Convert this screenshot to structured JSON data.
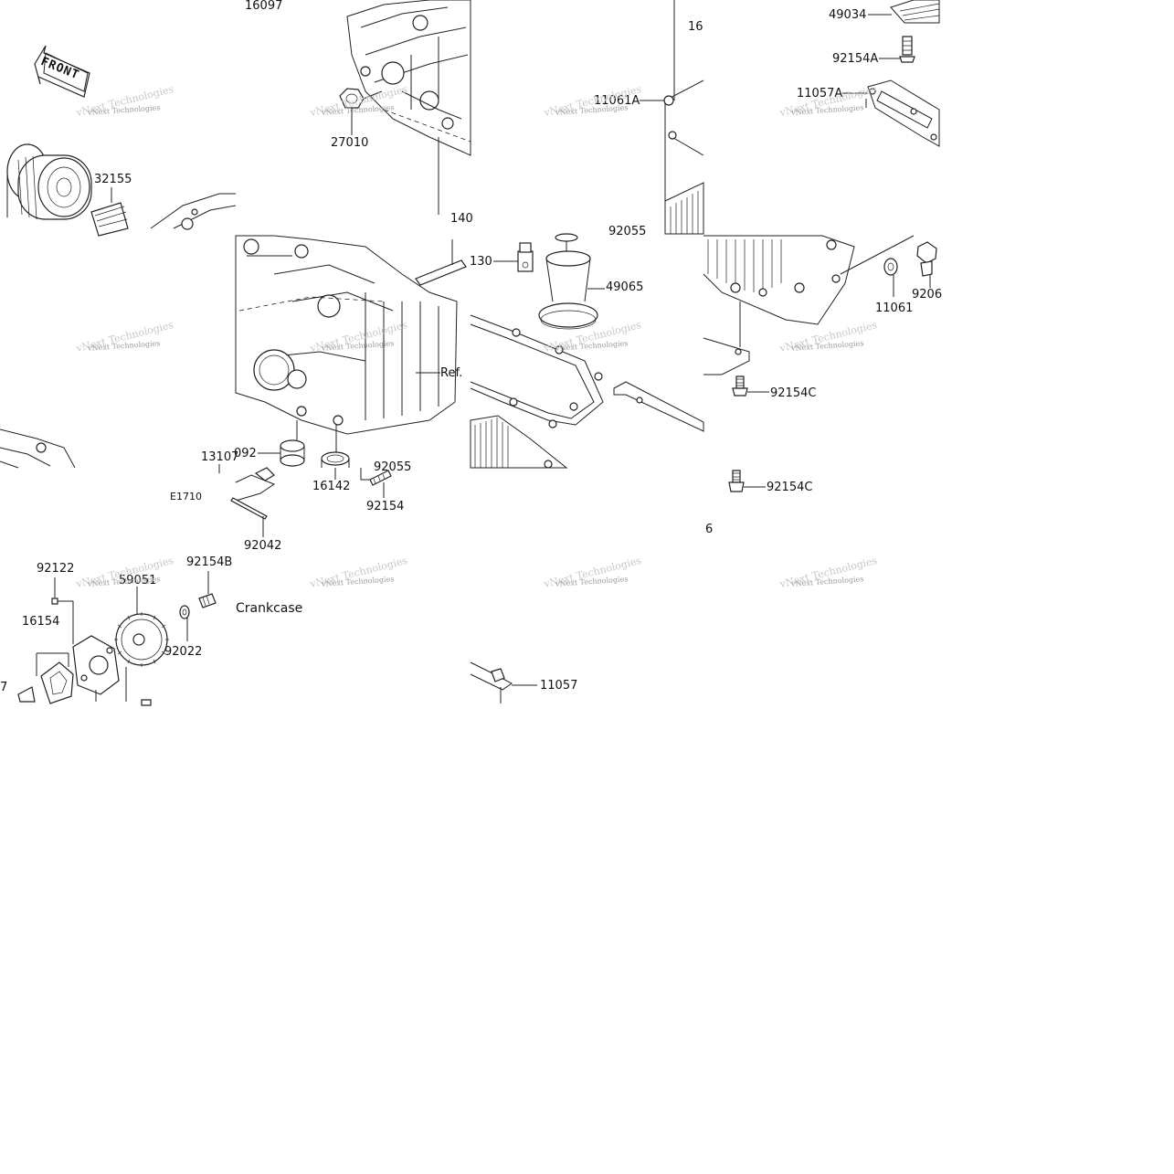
{
  "diagram": {
    "caption": "Crankcase",
    "front_label": "FRONT",
    "watermark": {
      "line1": "vNext Technologies",
      "line2": "vNext Technologies"
    },
    "labels": {
      "l16097": "16097",
      "l27010": "27010",
      "l32155": "32155",
      "l16": "16",
      "l11061A": "11061A",
      "l49034": "49034",
      "l92154A": "92154A",
      "l11057A": "11057A",
      "l14": "140",
      "l130": "130",
      "l92055top": "92055",
      "l49065": "49065",
      "l9206": "9206",
      "l11061": "11061",
      "lRef": "Ref.",
      "l92154C1": "92154C",
      "l092": "092",
      "l13107": "13107",
      "lE1710": "E1710",
      "l16142": "16142",
      "l92055": "92055",
      "l92154": "92154",
      "l92042": "92042",
      "l92154C2": "92154C",
      "l6": "6",
      "l92122": "92122",
      "l16154": "16154",
      "l59051": "59051",
      "l92154B": "92154B",
      "l92022": "92022",
      "l7": "7",
      "l11057": "11057"
    }
  }
}
